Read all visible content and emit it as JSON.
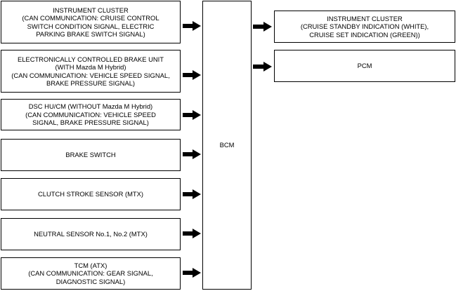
{
  "inputs": [
    {
      "label": "INSTRUMENT CLUSTER\n(CAN COMMUNICATION: CRUISE CONTROL\nSWITCH CONDITION SIGNAL, ELECTRIC\nPARKING BRAKE SWITCH SIGNAL)"
    },
    {
      "label": "ELECTRONICALLY CONTROLLED BRAKE UNIT\n(WITH Mazda M Hybrid)\n(CAN COMMUNICATION: VEHICLE SPEED SIGNAL,\nBRAKE PRESSURE SIGNAL)"
    },
    {
      "label": "DSC HU/CM (WITHOUT Mazda M Hybrid)\n(CAN COMMUNICATION: VEHICLE SPEED\nSIGNAL, BRAKE PRESSURE SIGNAL)"
    },
    {
      "label": "BRAKE SWITCH"
    },
    {
      "label": "CLUTCH STROKE SENSOR (MTX)"
    },
    {
      "label": "NEUTRAL SENSOR No.1, No.2 (MTX)"
    },
    {
      "label": "TCM (ATX)\n(CAN COMMUNICATION: GEAR SIGNAL,\nDIAGNOSTIC SIGNAL)"
    }
  ],
  "center": {
    "label": "BCM"
  },
  "outputs": [
    {
      "label": "INSTRUMENT CLUSTER\n(CRUISE STANDBY INDICATION (WHITE),\nCRUISE SET INDICATION (GREEN))"
    },
    {
      "label": "PCM"
    }
  ],
  "colors": {
    "line": "#000000",
    "background": "#ffffff"
  }
}
